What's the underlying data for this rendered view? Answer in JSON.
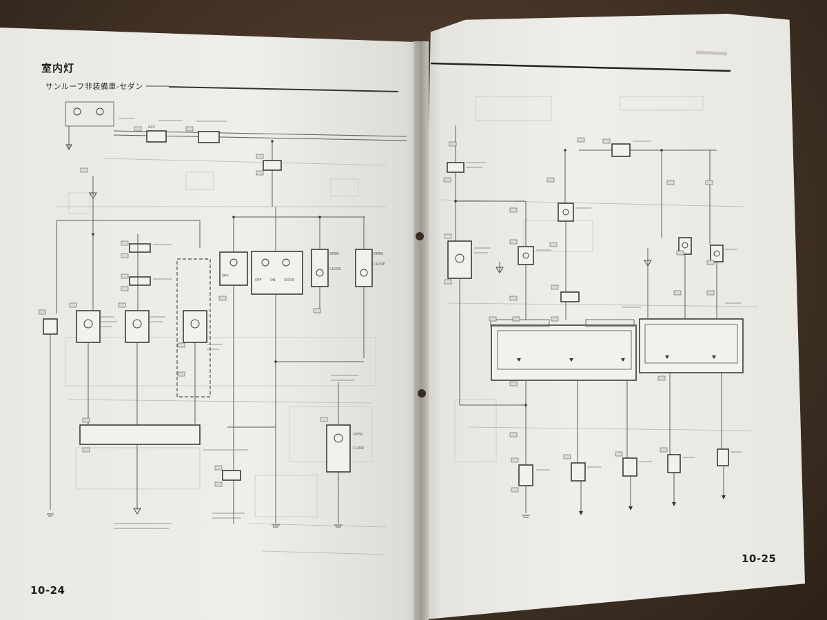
{
  "left_page": {
    "title": "室内灯",
    "subtitle": "サンルーフ非装備車-セダン",
    "page_number": "10-24"
  },
  "right_page": {
    "page_number": "10-25"
  },
  "diagram_labels": {
    "open": "OPEN",
    "close": "CLOSE",
    "on": "ON",
    "off": "OFF",
    "door": "DOOR"
  },
  "colors": {
    "paper": "#ecebe6",
    "ink": "#1c1c1c",
    "desk": "#3c2d21"
  }
}
